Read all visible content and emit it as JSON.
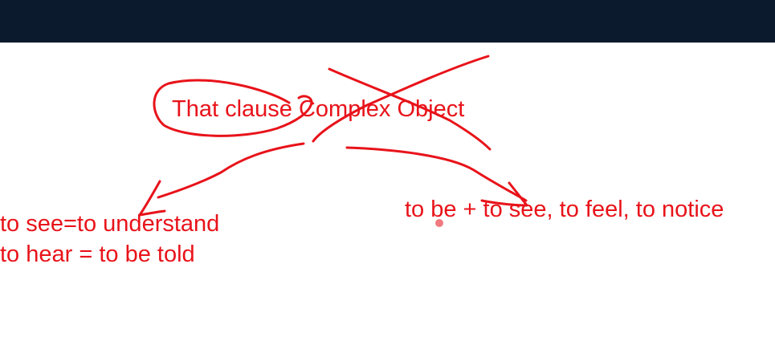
{
  "colors": {
    "topbar": "#0b1a2c",
    "background": "#ffffff",
    "ink": "#e8131a",
    "pointer": "#f07a80"
  },
  "board": {
    "center_text": "That clause Complex Object",
    "left_line1": "to see=to understand",
    "left_line2": "to hear = to be told",
    "right_text": "to be + to see, to feel, to notice"
  }
}
